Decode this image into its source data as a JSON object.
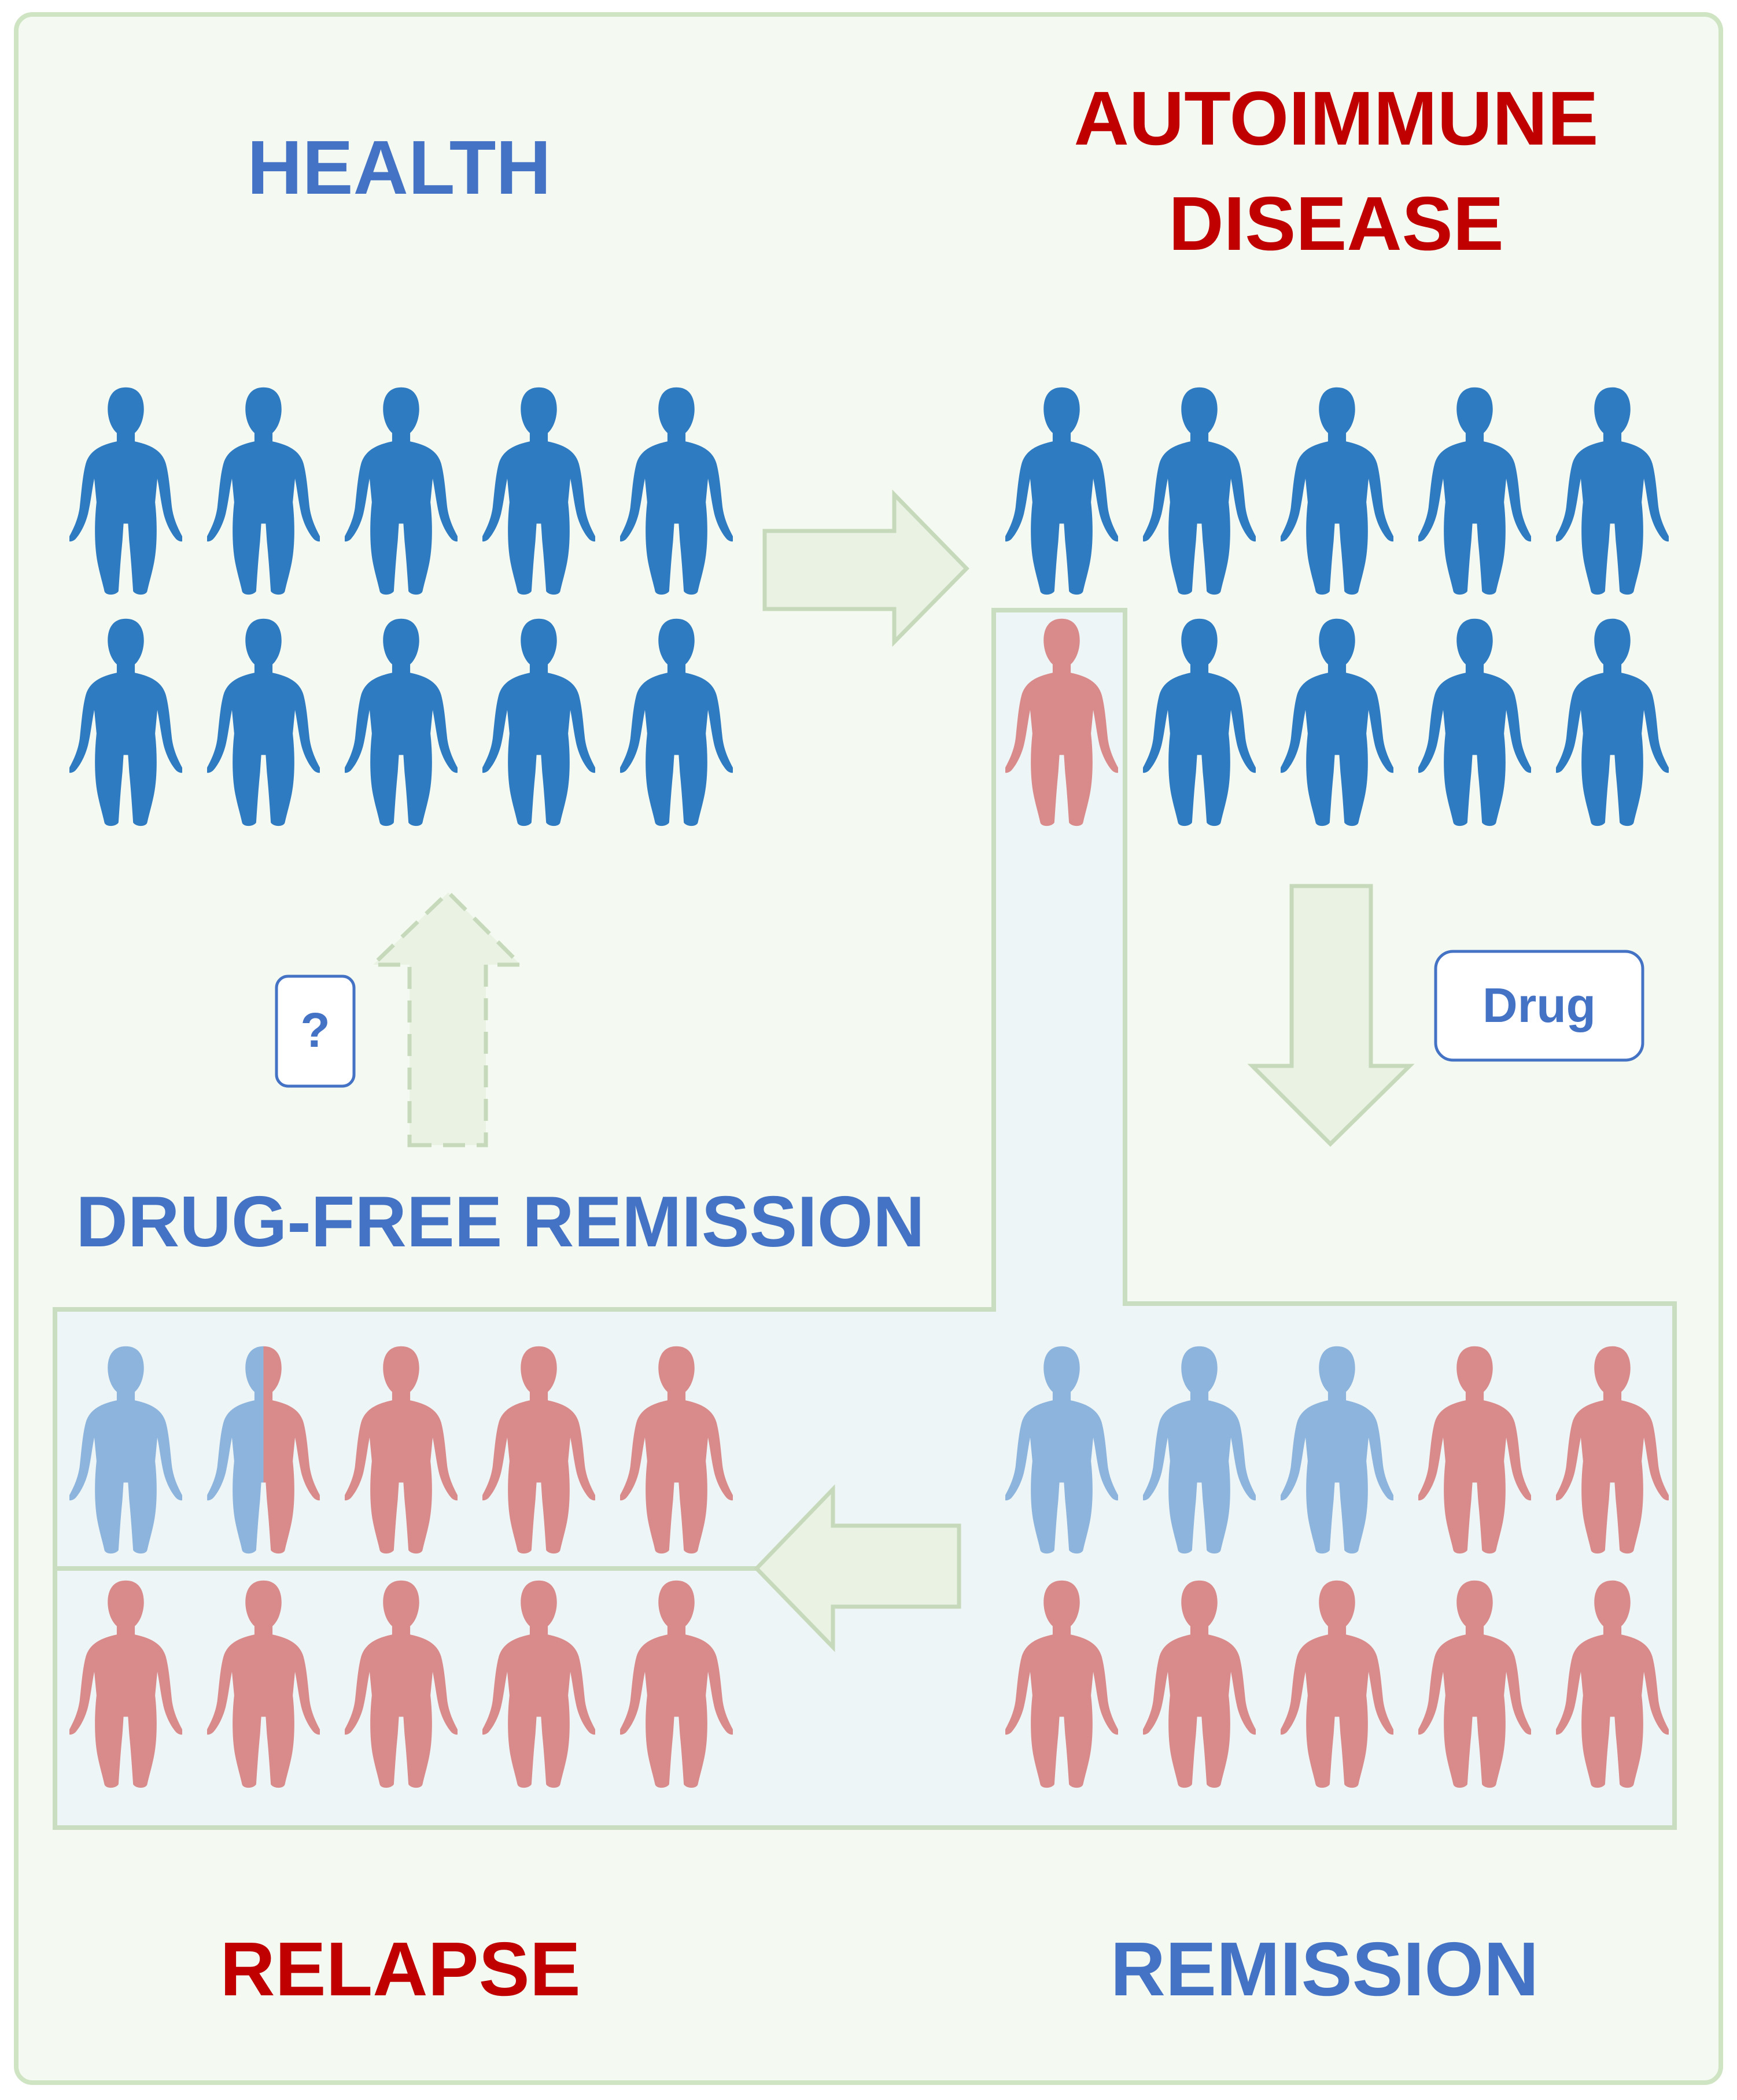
{
  "colors": {
    "health_blue": "#2f7bc2",
    "remission_blue": "#8db4dc",
    "disease_red": "#d98a8a",
    "title_blue": "#4472c4",
    "title_red": "#c00000",
    "panel_bg": "#f4faf1",
    "panel_border": "#cfe4c3",
    "region_bg": "#eef5f6",
    "region_border": "#c9ddc0",
    "arrow_fill": "#eaf2e4",
    "arrow_stroke": "#c6d9bb"
  },
  "labels": {
    "health": "HEALTH",
    "autoimmune": "AUTOIMMUNE",
    "disease": "DISEASE",
    "drug_free_remission": "DRUG-FREE REMISSION",
    "relapse": "RELAPSE",
    "remission": "REMISSION",
    "drug": "Drug",
    "question": "?"
  },
  "groups": {
    "health": {
      "figures": [
        "blue",
        "blue",
        "blue",
        "blue",
        "blue",
        "blue",
        "blue",
        "blue",
        "blue",
        "blue"
      ]
    },
    "autoimmune": {
      "figures": [
        "blue",
        "blue",
        "blue",
        "blue",
        "blue",
        "red",
        "blue",
        "blue",
        "blue",
        "blue"
      ]
    },
    "remission": {
      "figures": [
        "lightblue",
        "lightblue",
        "lightblue",
        "red",
        "red",
        "red",
        "red",
        "red",
        "red",
        "red"
      ]
    },
    "relapse": {
      "figures": [
        "lightblue",
        "half",
        "red",
        "red",
        "red",
        "red",
        "red",
        "red",
        "red",
        "red"
      ]
    }
  },
  "arrows": [
    {
      "name": "arrow-health-to-disease",
      "direction": "right",
      "style": "solid"
    },
    {
      "name": "arrow-drug-treatment",
      "direction": "down",
      "style": "solid"
    },
    {
      "name": "arrow-remission-to-relapse",
      "direction": "left",
      "style": "solid"
    },
    {
      "name": "arrow-to-health-uncertain",
      "direction": "up",
      "style": "dashed"
    }
  ],
  "icons": {
    "figure": "human-figure-icon",
    "arrow": "block-arrow-icon"
  }
}
